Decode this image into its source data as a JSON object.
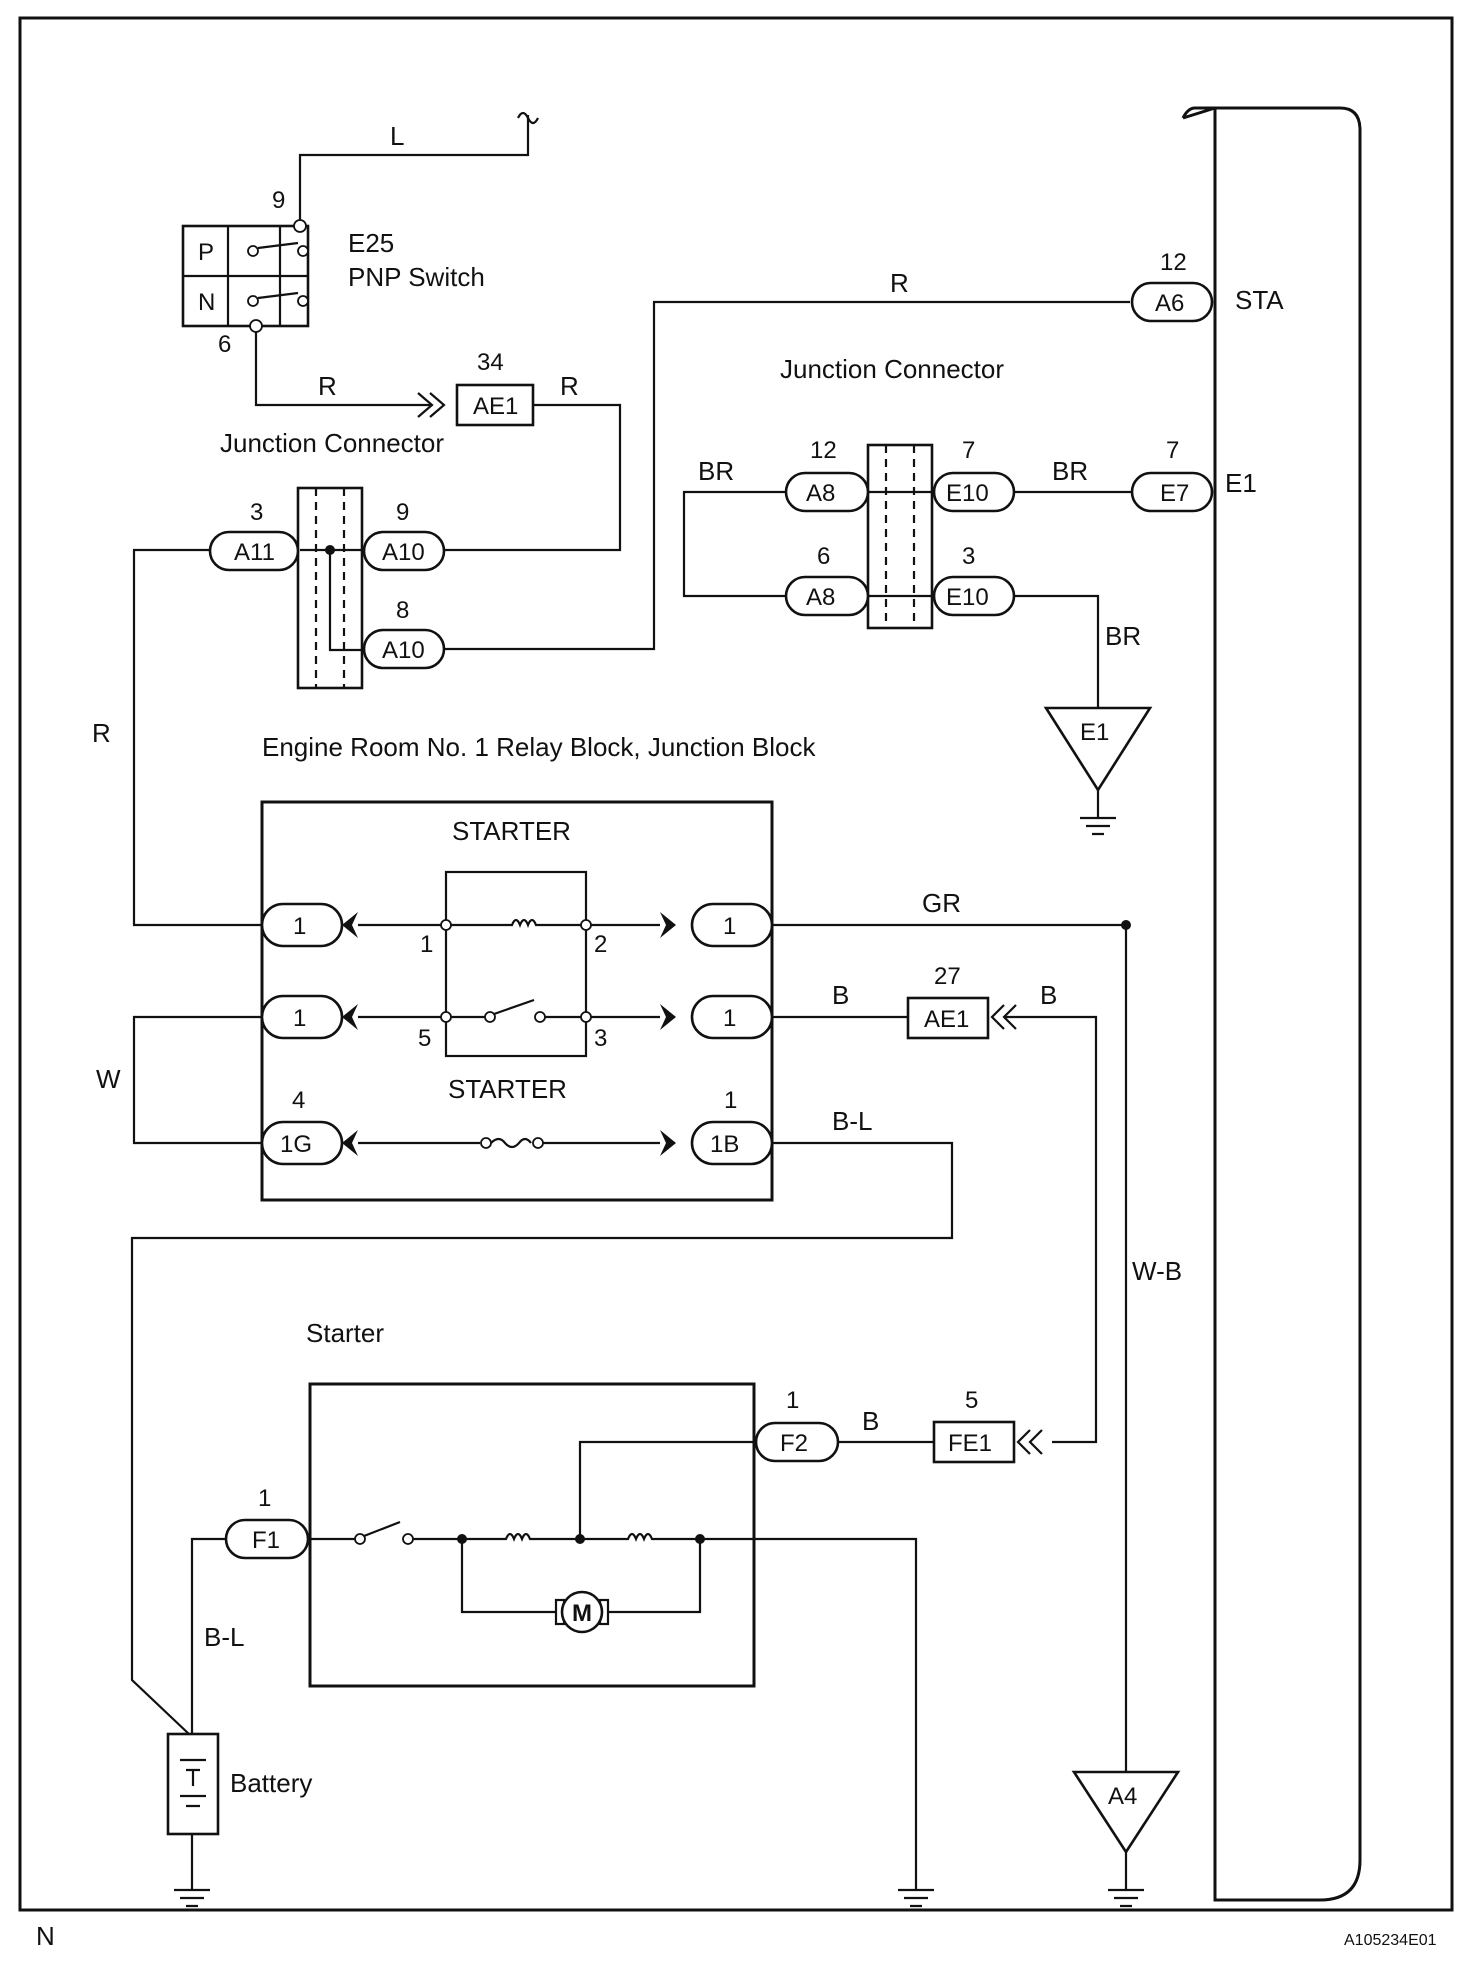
{
  "pnp_switch": {
    "code": "E25",
    "name": "PNP Switch",
    "pos_p": "P",
    "pos_n": "N",
    "pin_top": "9",
    "pin_bottom": "6"
  },
  "wire_colors": {
    "l": "L",
    "r1": "R",
    "r2": "R",
    "r3": "R",
    "r4": "R",
    "br1": "BR",
    "br2": "BR",
    "br3": "BR",
    "gr": "GR",
    "b1": "B",
    "b2": "B",
    "b3": "B",
    "w": "W",
    "bl1": "B-L",
    "bl2": "B-L",
    "wb": "W-B"
  },
  "connectors": {
    "ae1_top": {
      "id": "AE1",
      "pin": "34"
    },
    "a6": {
      "id": "A6",
      "pin": "12"
    },
    "a11": {
      "id": "A11",
      "pin": "3"
    },
    "a10_a": {
      "id": "A10",
      "pin": "9"
    },
    "a10_b": {
      "id": "A10",
      "pin": "8"
    },
    "a8_a": {
      "id": "A8",
      "pin": "12"
    },
    "a8_b": {
      "id": "A8",
      "pin": "6"
    },
    "e10_a": {
      "id": "E10",
      "pin": "7"
    },
    "e10_b": {
      "id": "E10",
      "pin": "3"
    },
    "e7": {
      "id": "E7",
      "pin": "7"
    },
    "relay_l1": {
      "id": "1"
    },
    "relay_l2": {
      "id": "1"
    },
    "relay_l3": {
      "id": "1G",
      "pin": "4"
    },
    "relay_r1": {
      "id": "1"
    },
    "relay_r2": {
      "id": "1"
    },
    "relay_r3": {
      "id": "1B",
      "pin": "1"
    },
    "ae1_mid": {
      "id": "AE1",
      "pin": "27"
    },
    "f1": {
      "id": "F1",
      "pin": "1"
    },
    "f2": {
      "id": "F2",
      "pin": "1"
    },
    "fe1": {
      "id": "FE1",
      "pin": "5"
    }
  },
  "labels": {
    "junction_connector_1": "Junction Connector",
    "junction_connector_2": "Junction Connector",
    "relay_block": "Engine Room No. 1 Relay Block, Junction Block",
    "starter_relay": "STARTER",
    "starter_fuse": "STARTER",
    "starter_unit": "Starter",
    "battery": "Battery",
    "motor": "M",
    "ecm_sta": "STA",
    "ecm_e1": "E1",
    "ground_e1": "E1",
    "ground_a4": "A4",
    "relay_pins": {
      "p1": "1",
      "p2": "2",
      "p3": "3",
      "p5": "5"
    }
  },
  "footer": {
    "left": "N",
    "right": "A105234E01"
  }
}
